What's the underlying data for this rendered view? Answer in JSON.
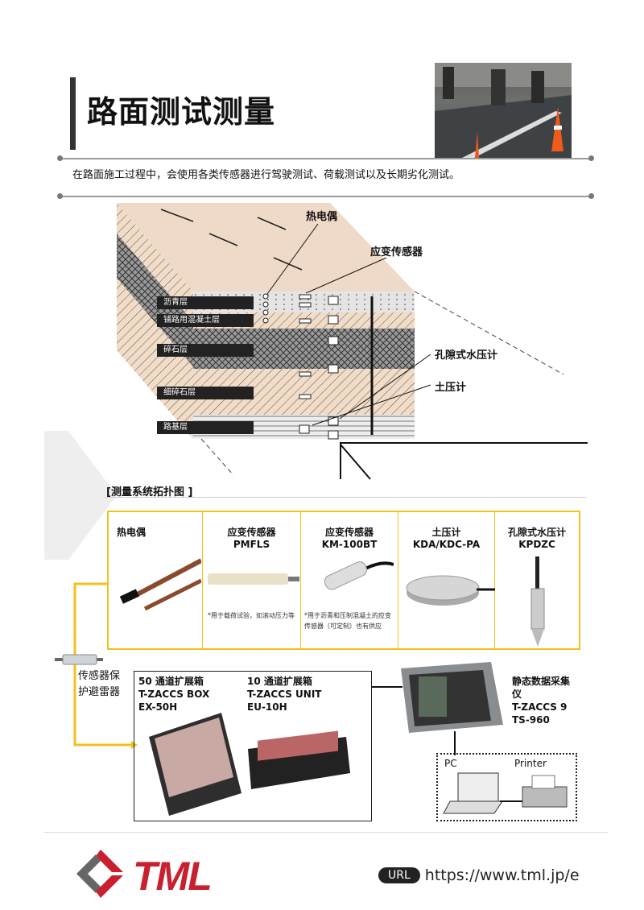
{
  "header": {
    "title": "路面测试测量",
    "intro": "在路面施工过程中，会使用各类传感器进行驾驶测试、荷载测试以及长期劣化测试。"
  },
  "diagram": {
    "callouts": {
      "thermocouple": "热电偶",
      "strain": "应变传感器",
      "pore": "孔隙式水压计",
      "earth": "土压计"
    },
    "layers": [
      "沥青层",
      "铺路用混凝土层",
      "碎石层",
      "细碎石层",
      "路基层"
    ]
  },
  "topology": {
    "heading": "[测量系统拓扑图 ]",
    "sensors": [
      {
        "name": "热电偶",
        "model": "",
        "note": ""
      },
      {
        "name": "应变传感器",
        "model": "PMFLS",
        "note": "*用于载荷试验，如滚动压力等"
      },
      {
        "name": "应变传感器",
        "model": "KM-100BT",
        "note": "*用于沥青和压制混凝土的应变传感器（可定制）也有供应"
      },
      {
        "name": "土压计",
        "model": "KDA/KDC-PA",
        "note": ""
      },
      {
        "name": "孔隙式水压计",
        "model": "KPDZC",
        "note": ""
      }
    ],
    "arrester": "传感器保护避雷器",
    "box50": {
      "l1": "50 通道扩展箱",
      "l2": "T-ZACCS BOX",
      "l3": "EX-50H"
    },
    "box10": {
      "l1": "10 通道扩展箱",
      "l2": "T-ZACCS UNIT",
      "l3": "EU-10H"
    },
    "logger": {
      "l1": "静态数据采集仪",
      "l2": "T-ZACCS 9",
      "l3": "TS-960"
    },
    "pc": "PC",
    "printer": "Printer"
  },
  "footer": {
    "logo": "TML",
    "url_badge": "URL",
    "url": "https://www.tml.jp/e"
  },
  "colors": {
    "accent": "#f2c21b",
    "logo_red": "#c8202f",
    "logo_gray": "#666666"
  }
}
